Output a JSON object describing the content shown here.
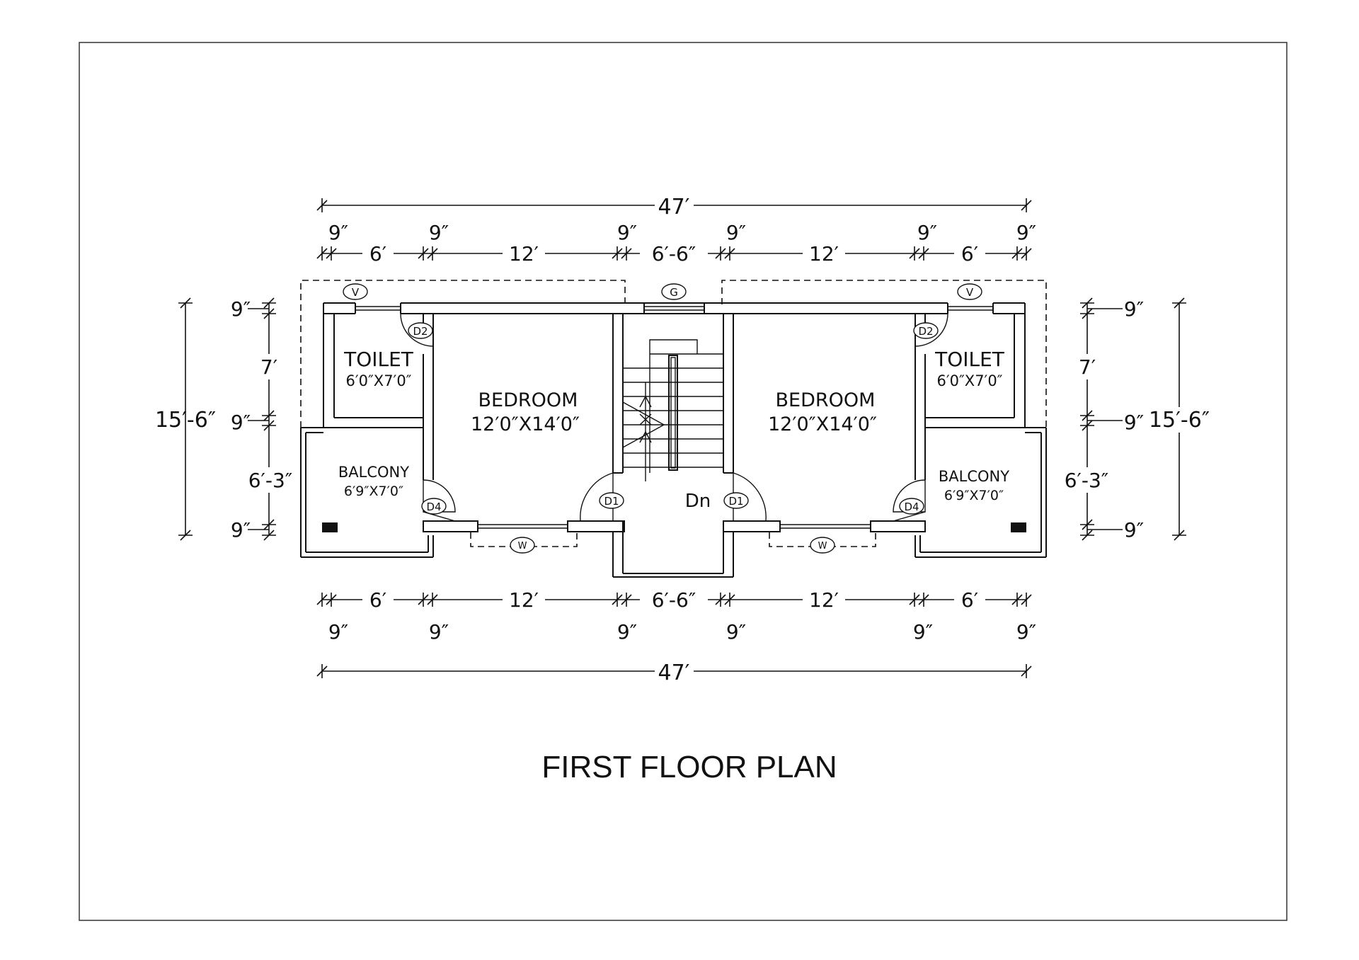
{
  "title": "FIRST FLOOR PLAN",
  "dimensions": {
    "overall": "47′",
    "top": {
      "walls": [
        "9″",
        "9″",
        "9″",
        "9″",
        "9″",
        "9″"
      ],
      "spans": [
        "6′",
        "12′",
        "6′-6″",
        "12′",
        "6′"
      ]
    },
    "bottom": {
      "walls": [
        "9″",
        "9″",
        "9″",
        "9″",
        "9″",
        "9″"
      ],
      "spans": [
        "6′",
        "12′",
        "6′-6″",
        "12′",
        "6′"
      ]
    },
    "left": {
      "total": "15′-6″",
      "wall_top": "9″",
      "toilet": "7′",
      "wall_mid": "9″",
      "balcony": "6′-3″",
      "wall_bottom": "9″"
    },
    "right": {
      "total": "15′-6″",
      "wall_top": "9″",
      "toilet": "7′",
      "wall_mid": "9″",
      "balcony": "6′-3″",
      "wall_bottom": "9″"
    }
  },
  "rooms": {
    "left_toilet": {
      "name": "TOILET",
      "size": "6′0″X7′0″"
    },
    "right_toilet": {
      "name": "TOILET",
      "size": "6′0″X7′0″"
    },
    "left_bedroom": {
      "name": "BEDROOM",
      "size": "12′0″X14′0″"
    },
    "right_bedroom": {
      "name": "BEDROOM",
      "size": "12′0″X14′0″"
    },
    "left_balcony": {
      "name": "BALCONY",
      "size": "6′9″X7′0″"
    },
    "right_balcony": {
      "name": "BALCONY",
      "size": "6′9″X7′0″"
    }
  },
  "tags": {
    "ventilator": "V",
    "glazing": "G",
    "window": "W",
    "door_main": "D1",
    "door_toilet": "D2",
    "door_balcony": "D4"
  },
  "stair_label": "Dn"
}
